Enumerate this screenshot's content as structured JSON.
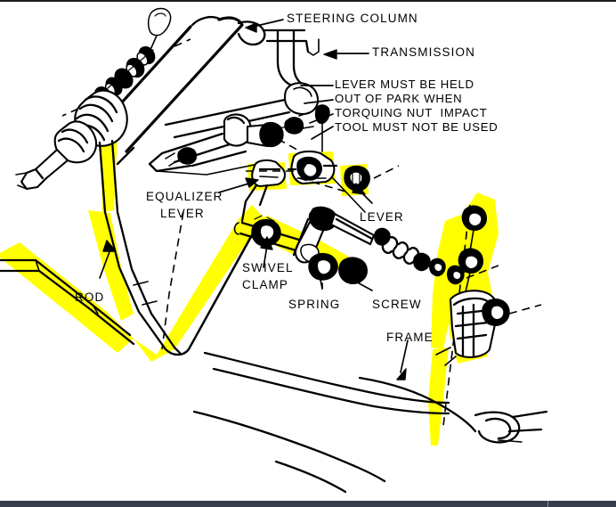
{
  "document": {
    "kind": "technical-exploded-view-diagram",
    "subject": "Automatic transmission shift linkage and steering column"
  },
  "labels": {
    "steering_column": "STEERING COLUMN",
    "transmission": "TRANSMISSION",
    "equalizer_lever_line1": "EQUALIZER",
    "equalizer_lever_line2": "LEVER",
    "lever": "LEVER",
    "rod": "ROD",
    "swivel_clamp_line1": "SWIVEL",
    "swivel_clamp_line2": "CLAMP",
    "spring": "SPRING",
    "screw": "SCREW",
    "frame": "FRAME"
  },
  "note": {
    "line1": "LEVER MUST BE HELD",
    "line2": "OUT OF PARK WHEN",
    "line3": "TORQUING NUT  IMPACT",
    "line4": "TOOL MUST NOT BE USED"
  },
  "colors": {
    "highlight": "#ffff00",
    "ink": "#000000",
    "paper": "#ffffff",
    "chrome_bar": "#373d4d",
    "chrome_divider": "#8b909d",
    "top_rule": "#1d1d1f"
  }
}
